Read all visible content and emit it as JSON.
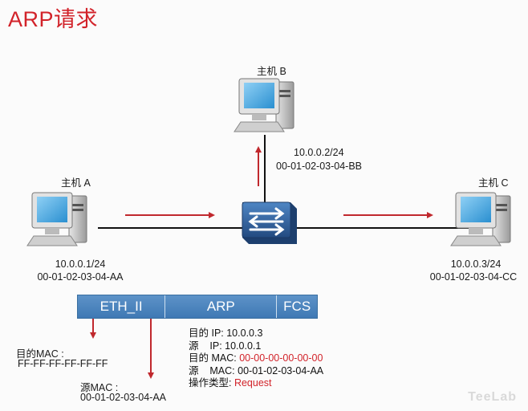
{
  "title": "ARP请求",
  "hosts": {
    "a": {
      "name": "主机 A",
      "ip": "10.0.0.1/24",
      "mac": "00-01-02-03-04-AA"
    },
    "b": {
      "name": "主机 B",
      "ip": "10.0.0.2/24",
      "mac": "00-01-02-03-04-BB"
    },
    "c": {
      "name": "主机 C",
      "ip": "10.0.0.3/24",
      "mac": "00-01-02-03-04-CC"
    }
  },
  "frame": {
    "eth": "ETH_II",
    "arp": "ARP",
    "fcs": "FCS"
  },
  "eth_fields": {
    "dst_label": "目的MAC :",
    "dst_value": "FF-FF-FF-FF-FF-FF",
    "src_label": "源MAC :",
    "src_value": "00-01-02-03-04-AA"
  },
  "arp_fields": {
    "dst_ip_label": "目的 IP: ",
    "dst_ip_value": "10.0.0.3",
    "src_ip_label": "源    IP: ",
    "src_ip_value": "10.0.0.1",
    "dst_mac_label": "目的 MAC: ",
    "dst_mac_value": "00-00-00-00-00-00",
    "src_mac_label": "源    MAC: ",
    "src_mac_value": "00-01-02-03-04-AA",
    "op_label": "操作类型: ",
    "op_value": "Request"
  },
  "watermark": "TeeLab",
  "colors": {
    "accent_red": "#d2232a",
    "frame_blue": "#4a84bf",
    "switch_blue": "#2f5f9a"
  }
}
